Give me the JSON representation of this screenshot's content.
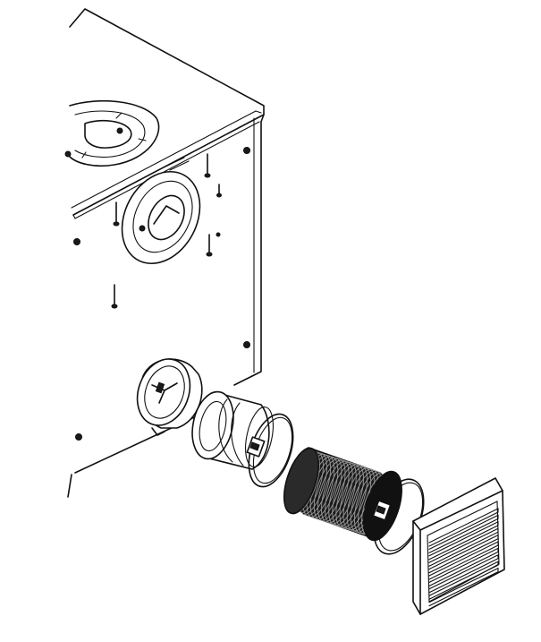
{
  "diagram": {
    "type": "exploded-assembly-drawing",
    "parts": [
      {
        "name": "cabinet-housing"
      },
      {
        "name": "top-duct-collar"
      },
      {
        "name": "side-duct-collar"
      },
      {
        "name": "spigot-with-damper"
      },
      {
        "name": "pipe-adapter"
      },
      {
        "name": "hose-clamp"
      },
      {
        "name": "flexible-duct"
      },
      {
        "name": "hose-clamp"
      },
      {
        "name": "louvred-wall-grille"
      }
    ],
    "colors": {
      "line": "#111111",
      "fill": "#ffffff",
      "duct": "#1a1a1a"
    }
  }
}
